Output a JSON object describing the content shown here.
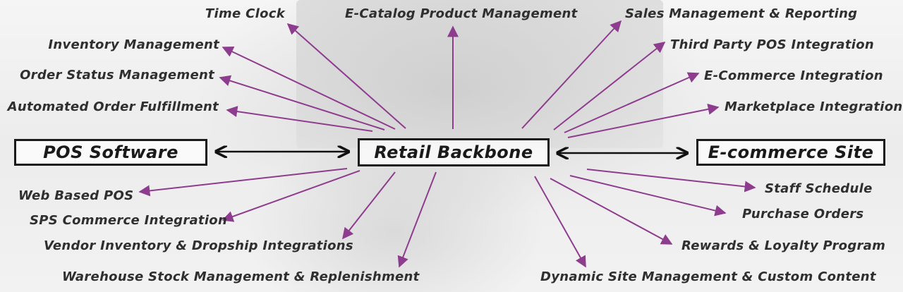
{
  "center": "Retail Backbone",
  "left_system": "POS Software",
  "right_system": "E-commerce Site",
  "top_center": "E-Catalog Product Management",
  "top_left": [
    "Time Clock",
    "Inventory Management",
    "Order Status Management",
    "Automated Order Fulfillment"
  ],
  "top_right": [
    "Sales Management & Reporting",
    "Third Party POS Integration",
    "E-Commerce Integration",
    "Marketplace Integration"
  ],
  "bottom_left": [
    "Web Based POS",
    "SPS Commerce Integration",
    "Vendor Inventory & Dropship Integrations",
    "Warehouse Stock Management & Replenishment"
  ],
  "bottom_right": [
    "Staff Schedule",
    "Purchase Orders",
    "Rewards & Loyalty Program",
    "Dynamic Site Management & Custom Content"
  ],
  "colors": {
    "arrow": "#8e3c8e",
    "box_border": "#1a1a1a",
    "text": "#2f2f2f"
  }
}
